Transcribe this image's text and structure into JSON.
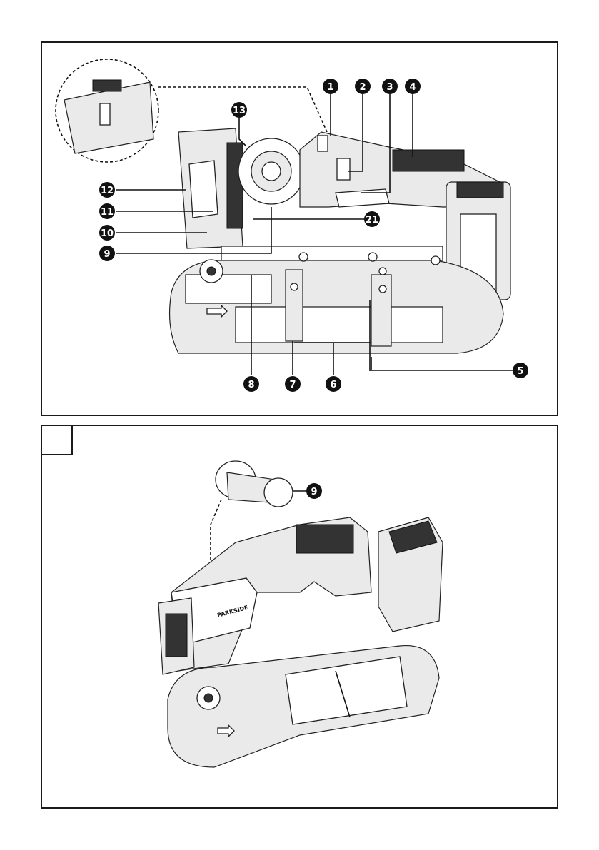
{
  "figure_a": {
    "callouts": [
      "1",
      "2",
      "3",
      "4",
      "5",
      "6",
      "7",
      "8",
      "9",
      "10",
      "11",
      "12",
      "13",
      "21"
    ]
  },
  "figure_b": {
    "panel_label": "",
    "callouts": [
      "9"
    ],
    "brand_text": "PARKSIDE"
  },
  "colors": {
    "ink": "#111111",
    "paper": "#ffffff",
    "fill": "#eaeaea"
  }
}
